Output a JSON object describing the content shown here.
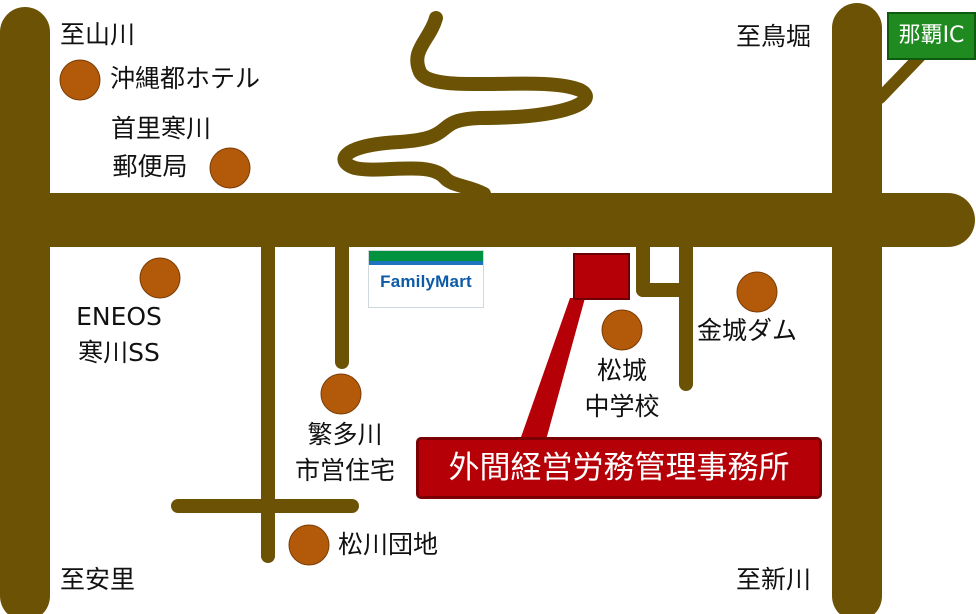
{
  "directions": {
    "top_left": "至山川",
    "top_right": "至鳥堀",
    "bottom_left": "至安里",
    "bottom_right": "至新川"
  },
  "interchange": "那覇IC",
  "store": "FamilyMart",
  "office": "外間経営労務管理事務所",
  "landmarks": {
    "hotel": "沖縄都ホテル",
    "post_office_line1": "首里寒川",
    "post_office_line2": "郵便局",
    "gas_line1": "ENEOS",
    "gas_line2": "寒川SS",
    "school_line1": "松城",
    "school_line2": "中学校",
    "dam": "金城ダム",
    "housing_line1": "繁多川",
    "housing_line2": "市営住宅",
    "danchi": "松川団地"
  },
  "colors": {
    "road": "#6b5205",
    "marker": "#b35a0a",
    "office": "#b40006",
    "ic": "#1f8a1f"
  }
}
